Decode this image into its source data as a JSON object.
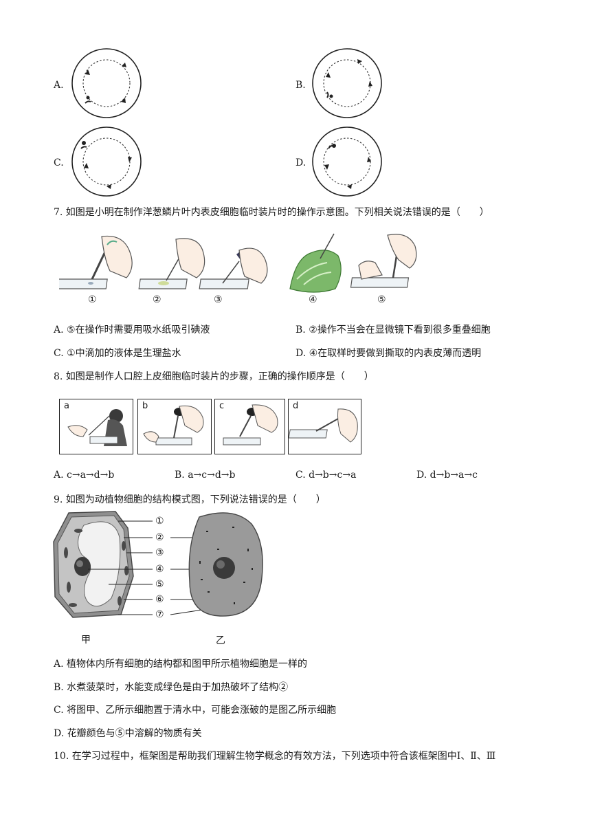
{
  "q6": {
    "options": [
      "A.",
      "B.",
      "C.",
      "D."
    ]
  },
  "q7": {
    "stem": "7. 如图是小明在制作洋葱鳞片叶内表皮细胞临时装片时的操作示意图。下列相关说法错误的是（　　）",
    "steps": [
      "①",
      "②",
      "③",
      "④",
      "⑤"
    ],
    "options": {
      "A": "A. ⑤在操作时需要用吸水纸吸引碘液",
      "B": "B. ②操作不当会在显微镜下看到很多重叠细胞",
      "C": "C. ①中滴加的液体是生理盐水",
      "D": "D. ④在取样时要做到撕取的内表皮薄而透明"
    }
  },
  "q8": {
    "stem": "8. 如图是制作人口腔上皮细胞临时装片的步骤，正确的操作顺序是（　　）",
    "panels": [
      "a",
      "b",
      "c",
      "d"
    ],
    "options": {
      "A": "A. c→a→d→b",
      "B": "B. a→c→d→b",
      "C": "C. d→b→c→a",
      "D": "D. d→b→a→c"
    }
  },
  "q9": {
    "stem": "9. 如图为动植物细胞的结构模式图，下列说法错误的是（　　）",
    "labels": [
      "①",
      "②",
      "③",
      "④",
      "⑤",
      "⑥",
      "⑦"
    ],
    "cell_names": [
      "甲",
      "乙"
    ],
    "options": {
      "A": "A. 植物体内所有细胞的结构都和图甲所示植物细胞是一样的",
      "B": "B. 水煮菠菜时，水能变成绿色是由于加热破坏了结构②",
      "C": "C. 将图甲、乙所示细胞置于清水中，可能会涨破的是图乙所示细胞",
      "D": "D. 花瓣颜色与⑤中溶解的物质有关"
    }
  },
  "q10": {
    "stem": "10. 在学习过程中，框架图是帮助我们理解生物学概念的有效方法，下列选项中符合该框架图中Ⅰ、Ⅱ、Ⅲ"
  }
}
